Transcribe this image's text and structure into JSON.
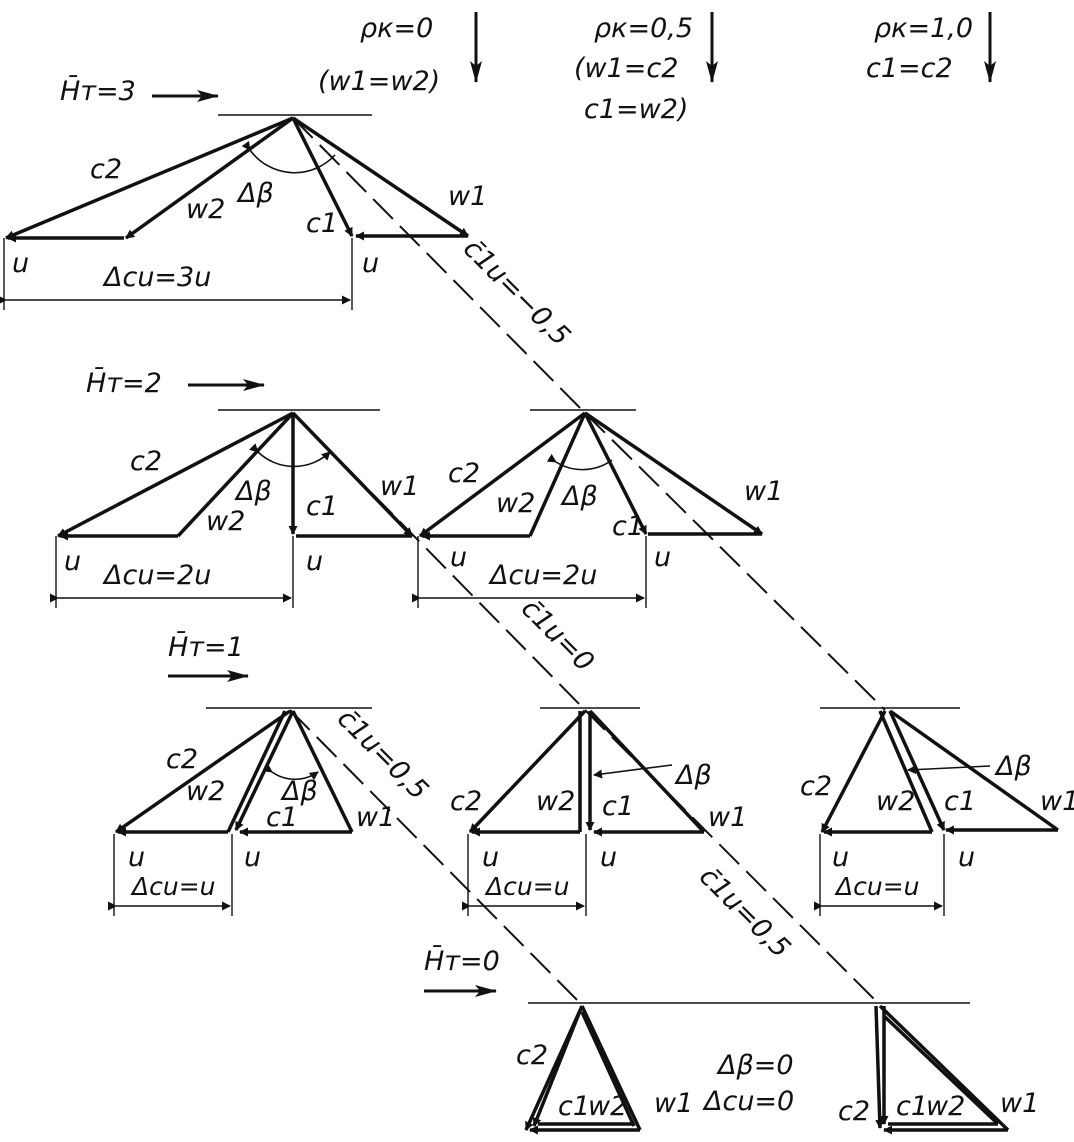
{
  "columns": [
    {
      "rho_label": "ρк=0",
      "relation_line1": "(w1=w2)",
      "relation_line2": ""
    },
    {
      "rho_label": "ρк=0,5",
      "relation_line1": "(w1=c2",
      "relation_line2": "c1=w2)"
    },
    {
      "rho_label": "ρк=1,0",
      "relation_line1": "c1=c2",
      "relation_line2": ""
    }
  ],
  "levels": [
    {
      "label": "H̄т=3"
    },
    {
      "label": "H̄т=2"
    },
    {
      "label": "H̄т=1"
    },
    {
      "label": "H̄т=0"
    }
  ],
  "vector_labels": {
    "c1": "c1",
    "c2": "c2",
    "w1": "w1",
    "w2": "w2",
    "u": "u",
    "delta_beta": "Δβ"
  },
  "delta_cu_labels": {
    "h3": "Δcu=3u",
    "h2": "Δcu=2u",
    "h1": "Δcu=u"
  },
  "dashed_lines": [
    {
      "label": "c̄1u=−0,5"
    },
    {
      "label": "c̄1u=0"
    },
    {
      "label": "c̄1u=0,5"
    },
    {
      "label": "c̄1u=0,5"
    }
  ],
  "zero_state": {
    "line1": "Δβ=0",
    "line2": "Δcu=0"
  },
  "colors": {
    "ink": "#111111",
    "background": "#ffffff"
  }
}
